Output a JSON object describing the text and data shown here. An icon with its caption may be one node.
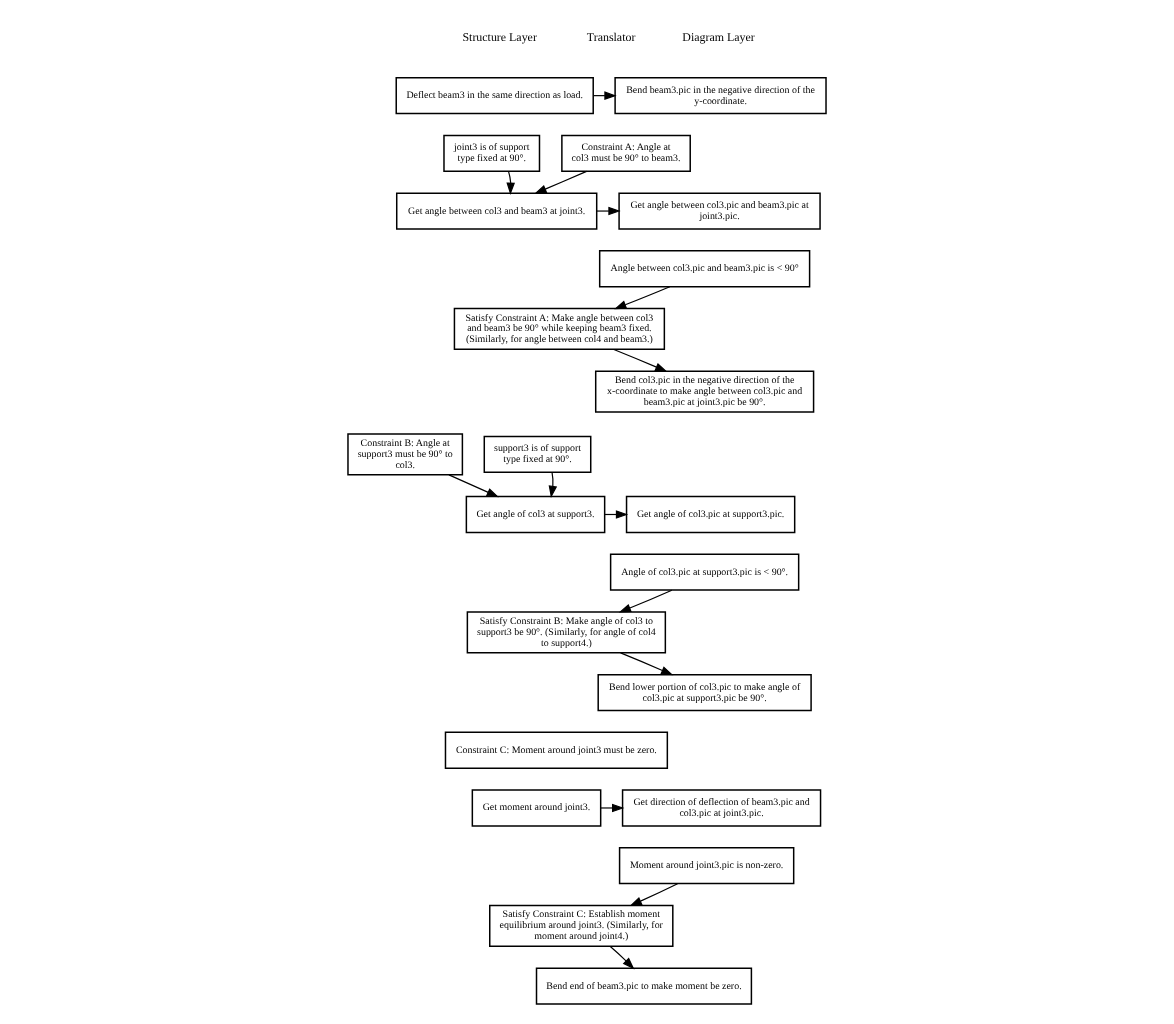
{
  "diagram": {
    "nodes": [
      {
        "text": [
          "Deflect beam3 in the same direction as load."
        ]
      },
      {
        "text": [
          "Bend beam3.pic in the negative direction of the y-coordinate."
        ]
      },
      {
        "text": [
          "joint3 is of support type fixed at 90°."
        ]
      },
      {
        "text": [
          "Constraint A: Angle at col3 must be 90° to beam3."
        ]
      },
      {
        "text": [
          "Get angle between col3 and beam3 at joint3."
        ]
      },
      {
        "text": [
          "Get angle between col3.pic and beam3.pic at joint3.pic."
        ]
      },
      {
        "text": [
          "Satisfy Constraint A: Make angle between col3 and beam3 be 90° while keeping beam3 fixed. (Similarly, for angle between col4 and beam3.)"
        ]
      },
      {
        "text": [
          "Angle between col3.pic and beam3.pic is < 90°"
        ]
      },
      {
        "text": [
          "Bend col3.pic in the negative direction of the x-coordinate to make angle between col3.pic and beam3.pic at joint3.pic be 90°."
        ]
      },
      {
        "text": [
          "support3 is of support type fixed at 90°."
        ]
      },
      {
        "text": [
          "Constraint B: Angle at support3 must be 90° to col3."
        ]
      },
      {
        "text": [
          "Get angle of col3 at support3."
        ]
      },
      {
        "text": [
          "Get angle of col3.pic at support3.pic."
        ]
      },
      {
        "text": [
          "Satisfy Constraint B: Make angle of col3 to support3 be 90°. (Similarly, for angle of col4 to support4.)"
        ]
      },
      {
        "text": [
          "Angle of col3.pic at support3.pic is < 90°."
        ]
      },
      {
        "text": [
          "Bend lower portion of col3.pic to make angle of col3.pic at support3.pic be 90°."
        ]
      },
      {
        "text": [
          "Constraint C: Moment around joint3 must be zero."
        ]
      },
      {
        "text": [
          "Get moment around joint3."
        ]
      },
      {
        "text": [
          "Get direction of deflection of beam3.pic and col3.pic at joint3.pic."
        ]
      },
      {
        "text": [
          "Satisfy Constraint C: Establish moment equilibrium around joint3. (Similarly, for moment around joint4.)"
        ]
      },
      {
        "text": [
          "Moment around joint3.pic is non-zero."
        ]
      },
      {
        "text": [
          "Bend end of beam3.pic to make moment be zero."
        ]
      }
    ],
    "edges": [
      {
        "from": 0,
        "to": 1,
        "arrow": "to"
      },
      {
        "from": 2,
        "to": 4,
        "arrow": "to"
      },
      {
        "from": 3,
        "to": 4,
        "arrow": "to"
      },
      {
        "from": 4,
        "to": 5,
        "arrow": "to"
      },
      {
        "from": 7,
        "to": 6,
        "arrow": "to"
      },
      {
        "from": 6,
        "to": 8,
        "arrow": "to"
      },
      {
        "from": 9,
        "to": 11,
        "arrow": "to"
      },
      {
        "from": 10,
        "to": 11,
        "arrow": "to"
      },
      {
        "from": 11,
        "to": 12,
        "arrow": "to"
      },
      {
        "from": 14,
        "to": 13,
        "arrow": "to"
      },
      {
        "from": 13,
        "to": 15,
        "arrow": "to"
      },
      {
        "from": 17,
        "to": 18,
        "arrow": "to"
      },
      {
        "from": 20,
        "to": 19,
        "arrow": "to"
      },
      {
        "from": 19,
        "to": 21,
        "arrow": "to"
      }
    ],
    "labels": [
      "Structure Layer",
      "Translator",
      "Diagram Layer"
    ]
  }
}
